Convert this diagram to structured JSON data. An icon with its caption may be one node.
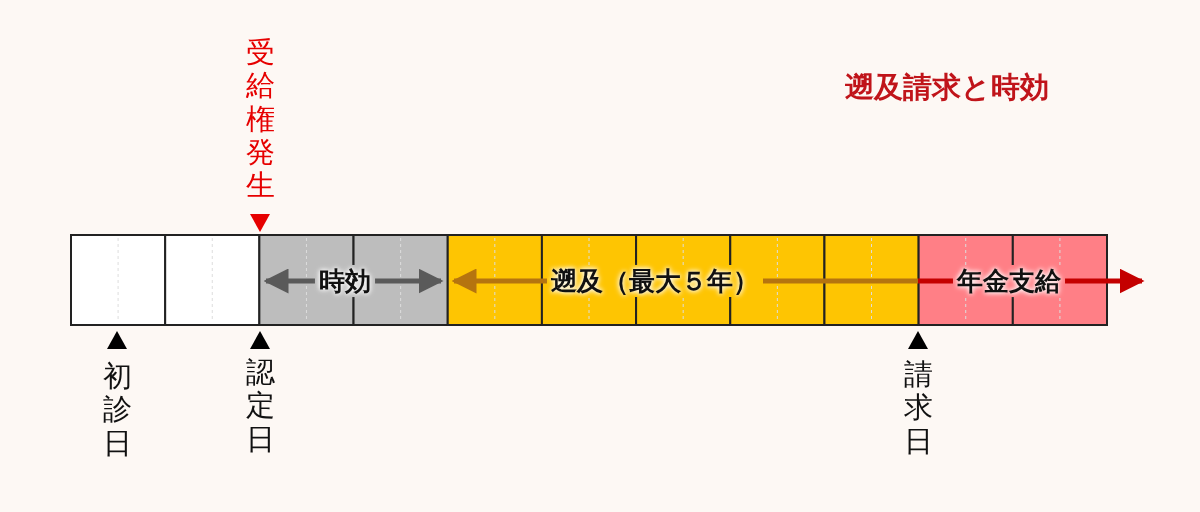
{
  "diagram": {
    "title": "遡及請求と時効",
    "labels": [
      "受給権発生",
      "時効",
      "遡及（最大５年）",
      "年金支給",
      "初診日",
      "認定日",
      "請求日"
    ]
  }
}
